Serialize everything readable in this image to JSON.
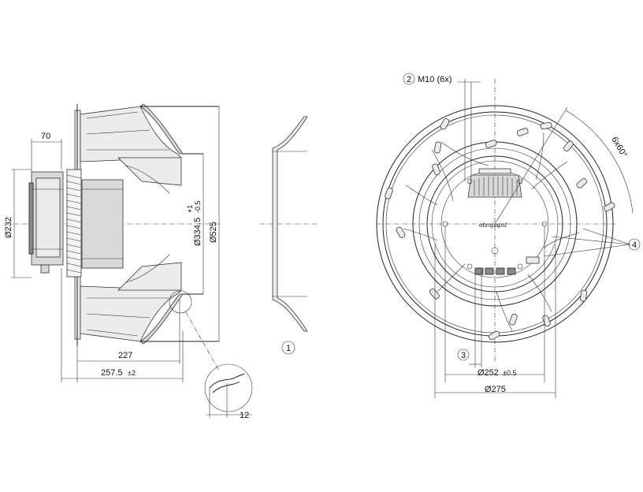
{
  "side_view": {
    "dim_70": "70",
    "dim_232": "Ø232",
    "dim_3345": "Ø334.5",
    "dim_3345_tol_upper": "+1",
    "dim_3345_tol_lower": "-0.5",
    "dim_525": "Ø525",
    "dim_227": "227",
    "dim_2575": "257.5",
    "dim_2575_tol": "±2",
    "dim_12": "12"
  },
  "inlet_ring": {
    "callout_1": "1"
  },
  "front_view": {
    "callout_2": "2",
    "thread_label": "M10 (6x)",
    "angle_label": "6x60°",
    "callout_3": "3",
    "callout_4": "4",
    "dim_252": "Ø252",
    "dim_252_tol": "±0.5",
    "dim_275": "Ø275",
    "brand": "ebmpapst"
  }
}
